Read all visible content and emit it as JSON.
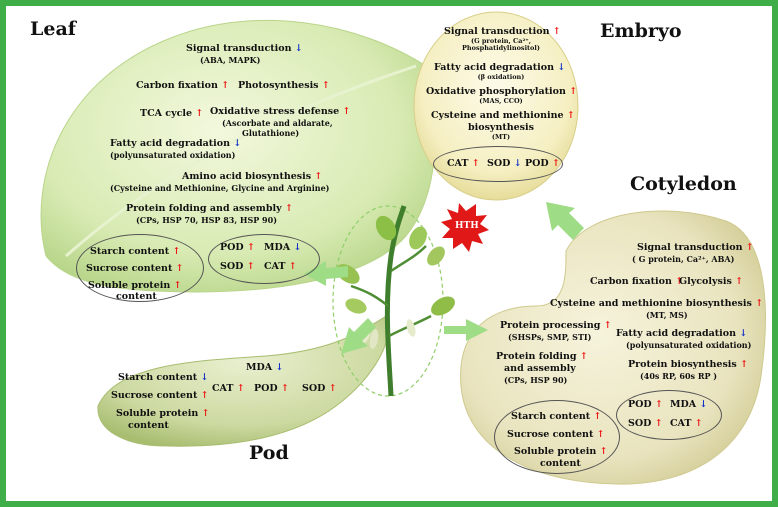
{
  "colors": {
    "frame": "#3fae49",
    "arrow": "#9fdc86",
    "up": "#e11111",
    "down": "#1432c8"
  },
  "titles": {
    "leaf": "Leaf",
    "embryo": "Embryo",
    "cotyledon": "Cotyledon",
    "pod": "Pod"
  },
  "center_badge": "HTH",
  "leaf": {
    "signal": "Signal transduction",
    "signal_sub": "(ABA, MAPK)",
    "carbon": "Carbon fixation",
    "photo": "Photosynthesis",
    "tca": "TCA cycle",
    "oxid": "Oxidative stress defense",
    "oxid_sub1": "(Ascorbate and aldarate,",
    "oxid_sub2": "Glutathione)",
    "fatty": "Fatty acid degradation",
    "fatty_sub": "(polyunsaturated oxidation)",
    "amino": "Amino acid biosynthesis",
    "amino_sub": "(Cysteine and Methionine, Glycine and  Arginine)",
    "protein": "Protein folding and assembly",
    "protein_sub": "(CPs, HSP 70, HSP 83, HSP 90)",
    "starch": "Starch content",
    "sucrose": "Sucrose content",
    "soluble1": "Soluble protein",
    "soluble2": "content",
    "pod": "POD",
    "mda": "MDA",
    "sod": "SOD",
    "cat": "CAT"
  },
  "embryo": {
    "signal": "Signal transduction",
    "signal_sub1": "(G protein, Ca²⁺,",
    "signal_sub2": "Phosphatidylinositol)",
    "fatty": "Fatty acid degradation",
    "fatty_sub": "(β oxidation)",
    "oxphos": "Oxidative phosphorylation",
    "oxphos_sub": "(MAS, CCO)",
    "cys1": "Cysteine and methionine",
    "cys2": "biosynthesis",
    "cys_sub": "(MT)",
    "cat": "CAT",
    "sod": "SOD",
    "pod": "POD"
  },
  "cotyledon": {
    "signal": "Signal transduction",
    "signal_sub": "( G protein, Ca²⁺, ABA)",
    "carbon": "Carbon fixation",
    "glyco": "Glycolysis",
    "cys": "Cysteine and methionine biosynthesis",
    "cys_sub": "(MT, MS)",
    "proc": "Protein processing",
    "proc_sub": "(SHSPs, SMP, STI)",
    "fatty": "Fatty acid degradation",
    "fatty_sub": "(polyunsaturated oxidation)",
    "fold1": "Protein folding",
    "fold2": "and assembly",
    "fold_sub": "(CPs, HSP 90)",
    "bio": "Protein biosynthesis",
    "bio_sub": "(40s RP,  60s RP )",
    "starch": "Starch content",
    "sucrose": "Sucrose content",
    "soluble1": "Soluble protein",
    "soluble2": "content",
    "pod": "POD",
    "mda": "MDA",
    "sod": "SOD",
    "cat": "CAT"
  },
  "pod_organ": {
    "starch": "Starch content",
    "sucrose": "Sucrose content",
    "soluble1": "Soluble protein",
    "soluble2": "content",
    "mda": "MDA",
    "cat": "CAT",
    "pod": "POD",
    "sod": "SOD"
  },
  "arrows": {
    "up": "↑",
    "down": "↓"
  }
}
